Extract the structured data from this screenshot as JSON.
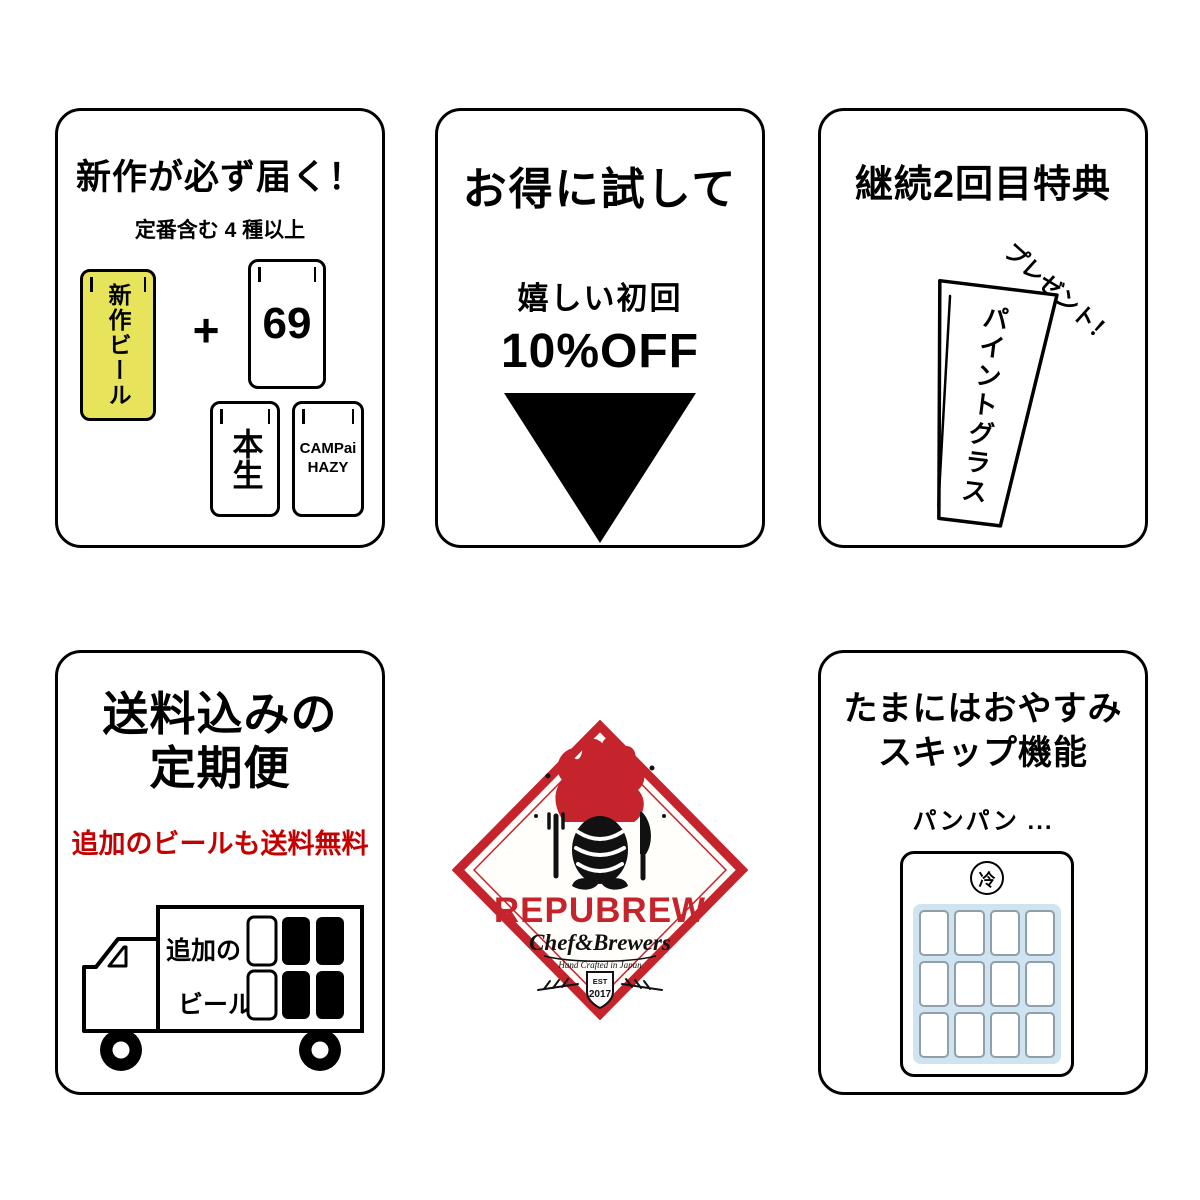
{
  "colors": {
    "accent_red": "#c5242c",
    "highlight_red": "#c40000",
    "can_yellow": "#e7e35a",
    "fridge_blue": "#cfe4f0",
    "line_black": "#000000"
  },
  "panel_new_release": {
    "title": "新作が必ず届く！",
    "subtitle": "定番含む 4 種以上",
    "can_new_label": "新作ビール",
    "plus": "+",
    "can_69_label": "69",
    "can_honnama_label": "本生",
    "can_campai_line1": "CAMPai",
    "can_campai_line2": "HAZY"
  },
  "panel_trial": {
    "title": "お得に試して",
    "subtitle": "嬉しい初回",
    "offer": "10%OFF"
  },
  "panel_benefit": {
    "title": "継続2回目特典",
    "present_label": "プレゼント！",
    "glass_label": "パイントグラス"
  },
  "panel_shipping": {
    "title_line1": "送料込みの",
    "title_line2": "定期便",
    "highlight": "追加のビールも送料無料",
    "truck_text_line1": "追加の",
    "truck_text_line2": "ビール"
  },
  "logo": {
    "brand": "REPUBREW",
    "script": "Chef&Brewers",
    "tagline": "Hand Crafted in Japan",
    "est_label": "EST",
    "est_year": "2017"
  },
  "panel_skip": {
    "title_line1": "たまにはおやすみ",
    "title_line2": "スキップ機能",
    "note": "パンパン ...",
    "fridge_badge": "冷"
  }
}
